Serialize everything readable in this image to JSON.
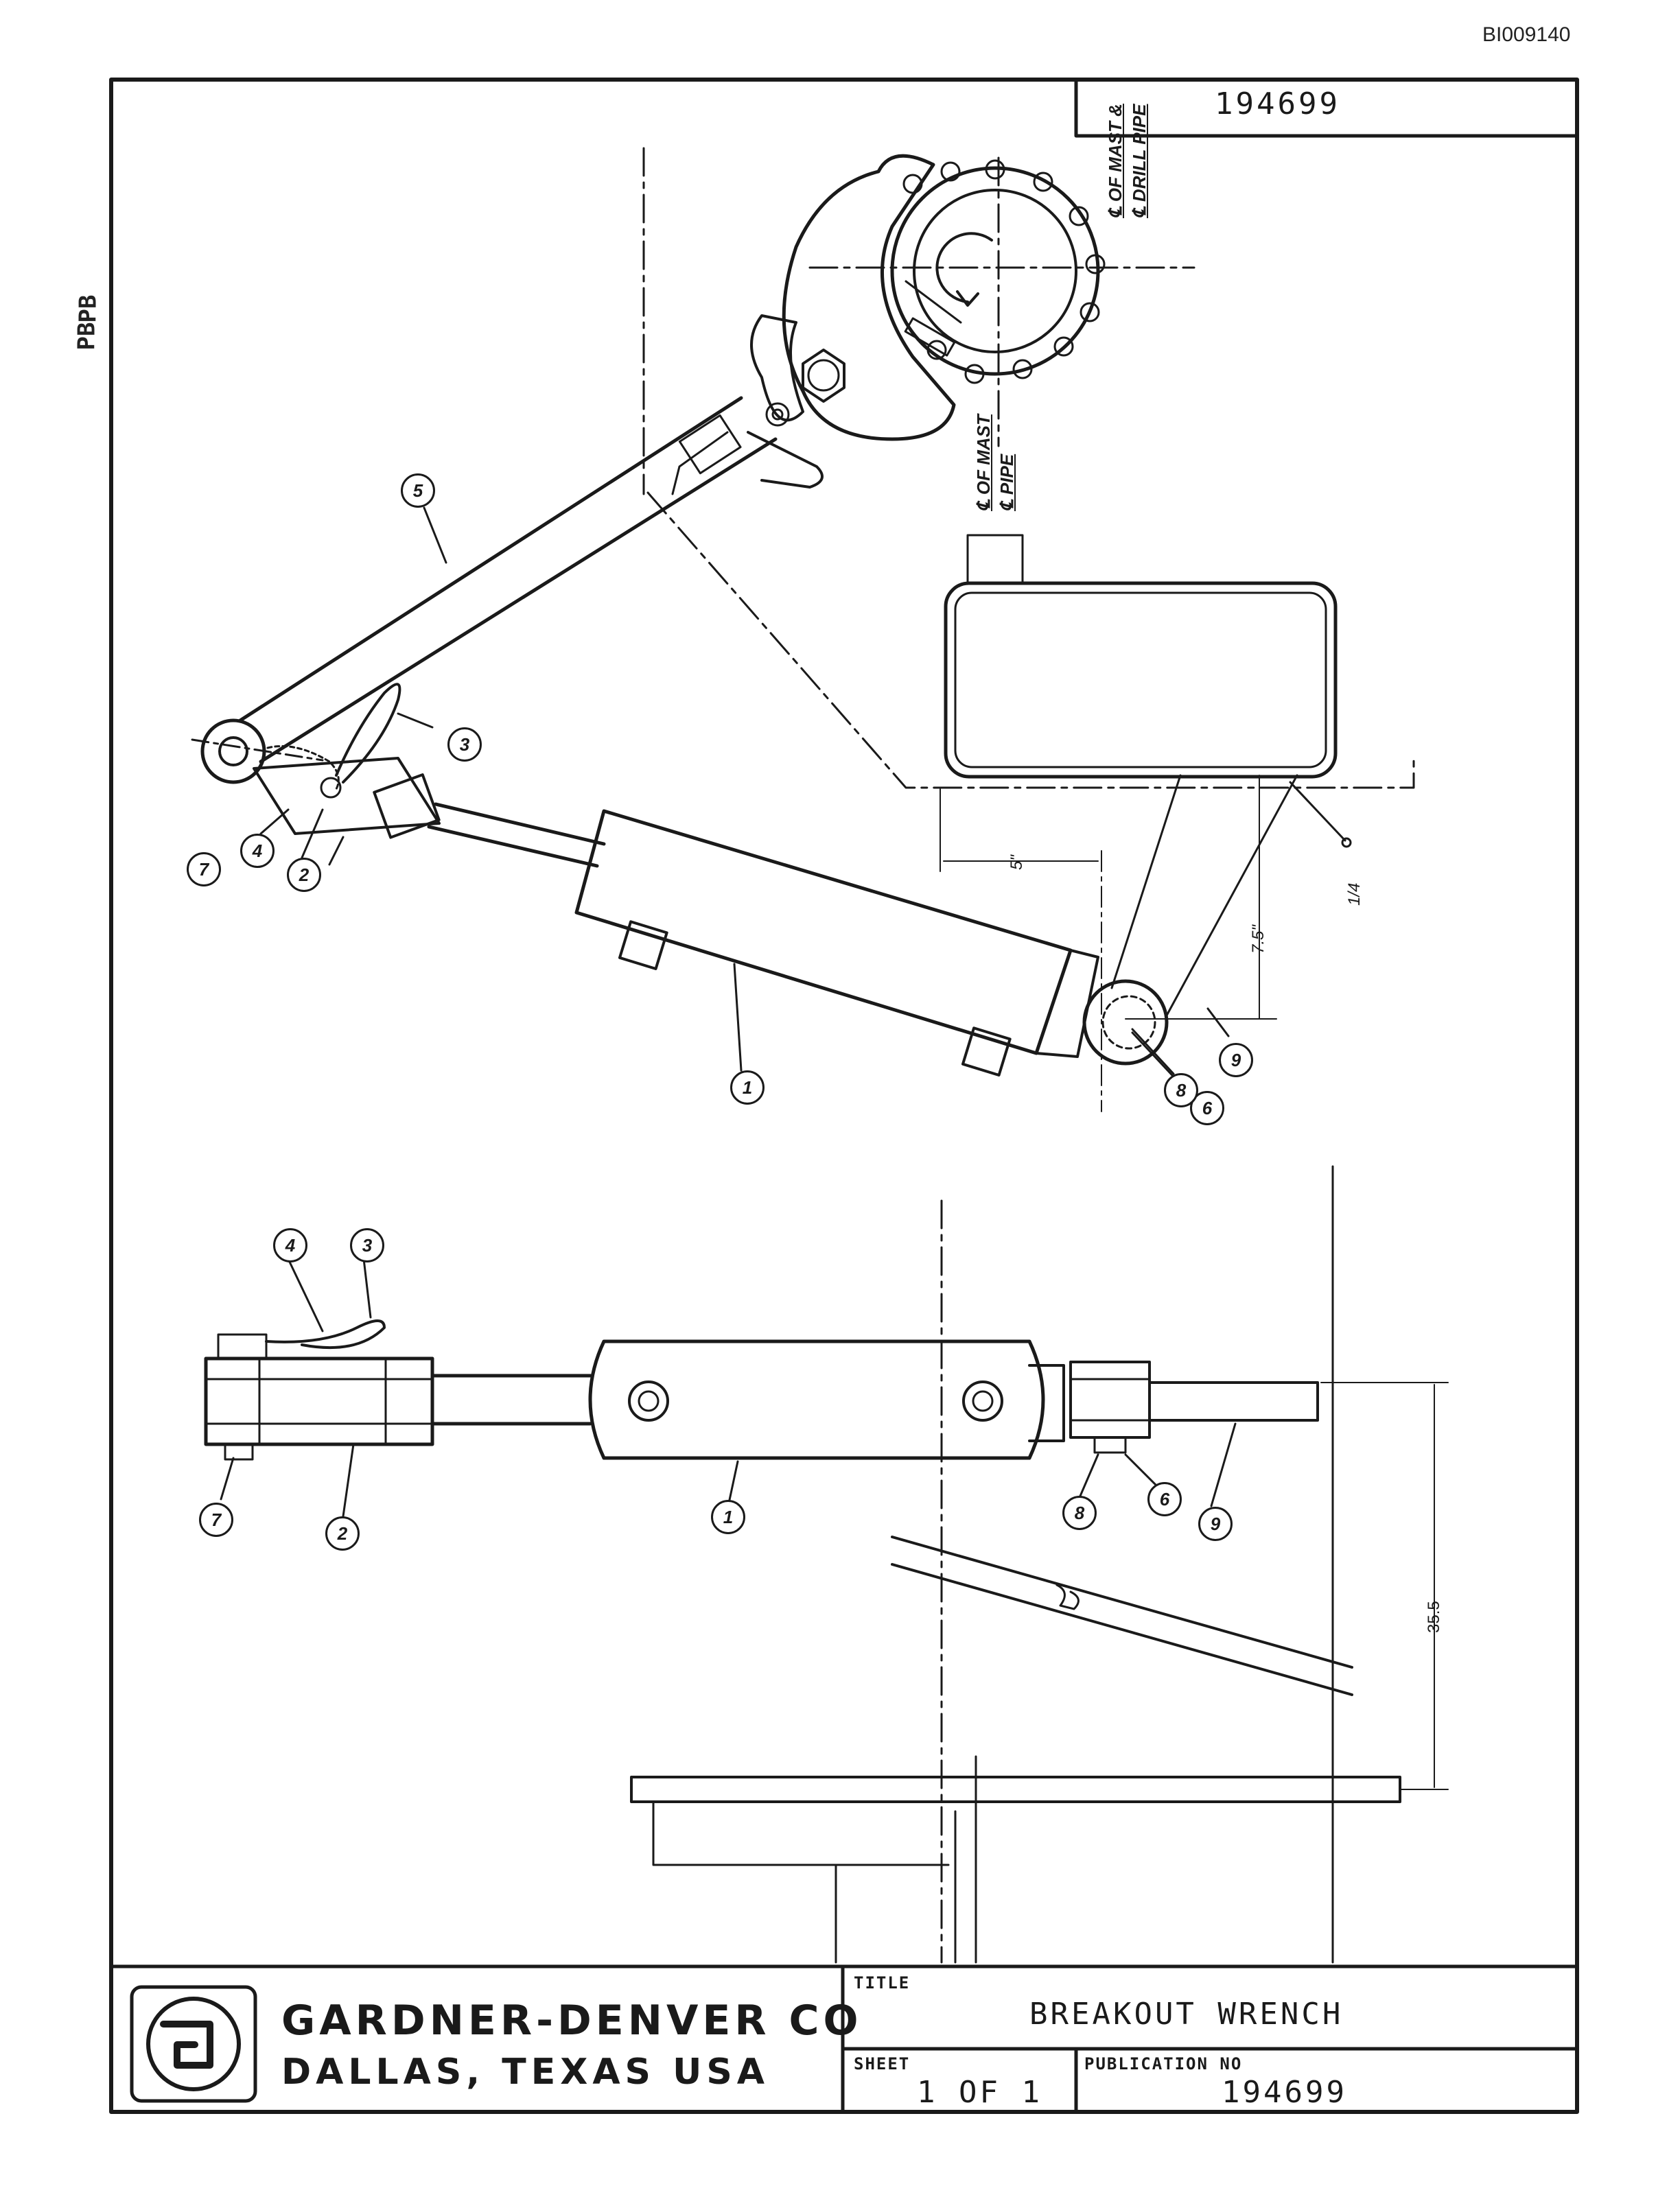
{
  "document": {
    "doc_id": "BI009140",
    "margin_marks": [
      "PB",
      "PB"
    ],
    "drawing_number": "194699"
  },
  "title_block": {
    "company": "GARDNER-DENVER CO",
    "location": "DALLAS, TEXAS USA",
    "title_label": "TITLE",
    "title": "BREAKOUT WRENCH",
    "sheet_label": "SHEET",
    "sheet": "1 OF 1",
    "publication_label": "PUBLICATION NO",
    "publication_no": "194699"
  },
  "annotations": {
    "mast_drill_pipe": [
      "℄ OF MAST &",
      "℄ DRILL PIPE"
    ],
    "mast_pipe": [
      "℄ OF MAST",
      "℄ PIPE"
    ],
    "dim_5": "5\"",
    "dim_7_5": "7.5\"",
    "dim_35_5": "35.5",
    "weld_symbol": "1/4"
  },
  "callouts_top": [
    "1",
    "2",
    "3",
    "4",
    "5",
    "6",
    "7",
    "8",
    "9"
  ],
  "callouts_bottom": [
    "1",
    "2",
    "3",
    "4",
    "6",
    "7",
    "8",
    "9"
  ]
}
